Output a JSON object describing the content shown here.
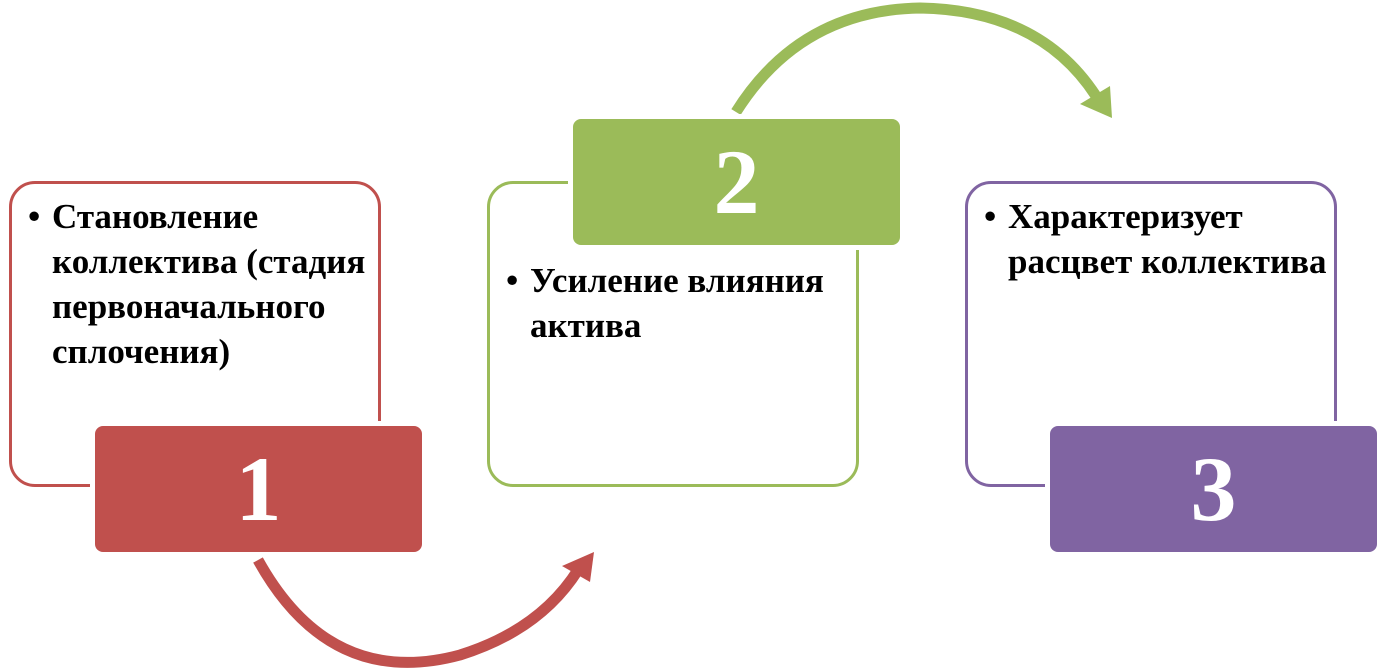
{
  "colors": {
    "stage1": "#C0504D",
    "stage2": "#9BBB59",
    "stage3": "#8064A2"
  },
  "stages": [
    {
      "number": "1",
      "text": "Становление коллектива (стадия первоначального сплочения)"
    },
    {
      "number": "2",
      "text": "Усиление влияния актива"
    },
    {
      "number": "3",
      "text": "Характеризует расцвет коллектива"
    }
  ]
}
